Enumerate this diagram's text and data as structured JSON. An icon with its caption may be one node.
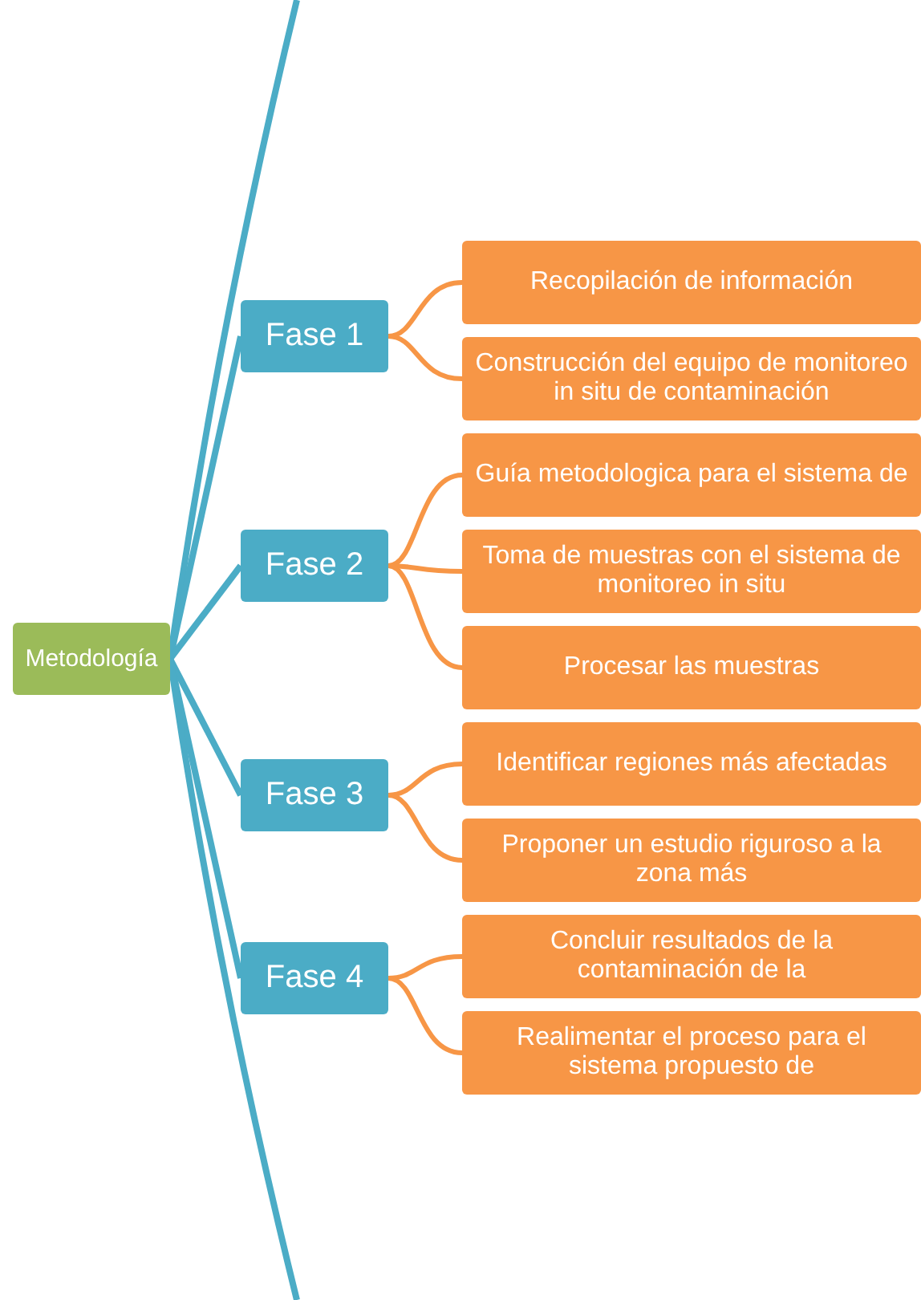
{
  "diagram": {
    "nodes": [
      {
        "text": [
          "Metodología"
        ]
      },
      {
        "text": [
          "Fase 1"
        ]
      },
      {
        "text": [
          "Recopilación de información"
        ]
      },
      {
        "text": [
          "Construcción del equipo de monitoreo in situ de contaminación"
        ]
      },
      {
        "text": [
          "Fase 2"
        ]
      },
      {
        "text": [
          "Guía metodologica para el sistema de"
        ]
      },
      {
        "text": [
          "Toma de muestras con el sistema de monitoreo in situ"
        ]
      },
      {
        "text": [
          "Procesar las muestras"
        ]
      },
      {
        "text": [
          "Fase 3"
        ]
      },
      {
        "text": [
          "Identificar regiones más afectadas"
        ]
      },
      {
        "text": [
          "Proponer un estudio riguroso a la zona más"
        ]
      },
      {
        "text": [
          "Fase 4"
        ]
      },
      {
        "text": [
          "Concluir resultados de la contaminación de la"
        ]
      },
      {
        "text": [
          "Realimentar el proceso para el sistema propuesto de"
        ]
      }
    ],
    "edges": [
      {
        "from": 0,
        "to": null,
        "arrow": "none",
        "color": "#4bacc6"
      },
      {
        "from": 0,
        "to": 1,
        "arrow": "none",
        "color": "#4bacc6"
      },
      {
        "from": 0,
        "to": 4,
        "arrow": "none",
        "color": "#4bacc6"
      },
      {
        "from": 0,
        "to": 8,
        "arrow": "none",
        "color": "#4bacc6"
      },
      {
        "from": 0,
        "to": 11,
        "arrow": "none",
        "color": "#4bacc6"
      },
      {
        "from": 0,
        "to": null,
        "arrow": "none",
        "color": "#4bacc6"
      },
      {
        "from": 1,
        "to": 2,
        "arrow": "none"
      },
      {
        "from": 1,
        "to": 3,
        "arrow": "none"
      },
      {
        "from": 4,
        "to": 5,
        "arrow": "none"
      },
      {
        "from": 4,
        "to": 6,
        "arrow": "none"
      },
      {
        "from": 4,
        "to": 7,
        "arrow": "none"
      },
      {
        "from": 8,
        "to": 9,
        "arrow": "none"
      },
      {
        "from": 8,
        "to": 10,
        "arrow": "none"
      },
      {
        "from": 11,
        "to": 12,
        "arrow": "none"
      },
      {
        "from": 11,
        "to": 13,
        "arrow": "none"
      }
    ]
  }
}
